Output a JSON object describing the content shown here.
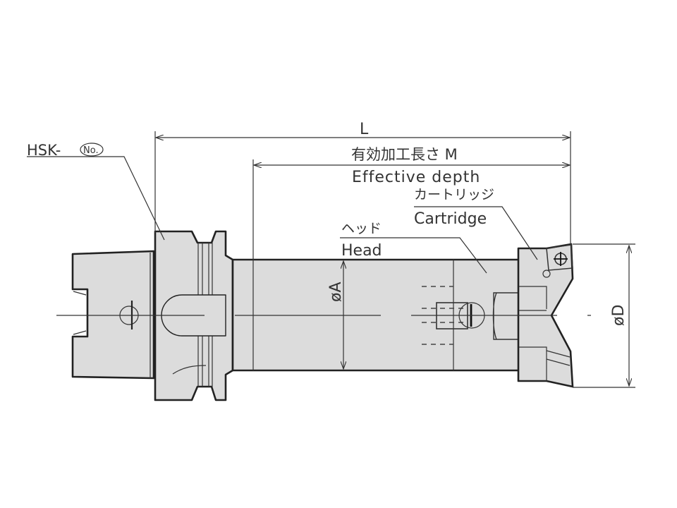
{
  "drawing": {
    "hsk_label": "HSK-",
    "hsk_no_badge": "No.",
    "dim_L": "L",
    "dim_M_jp": "有効加工長さ M",
    "dim_M_en": "Effective depth",
    "cartridge_jp": "カートリッジ",
    "cartridge_en": "Cartridge",
    "head_jp": "ヘッド",
    "head_en": "Head",
    "dim_A": "øA",
    "dim_D": "øD"
  },
  "colors": {
    "body_fill": "#dcdcdc",
    "outline": "#222222",
    "text": "#333333"
  }
}
